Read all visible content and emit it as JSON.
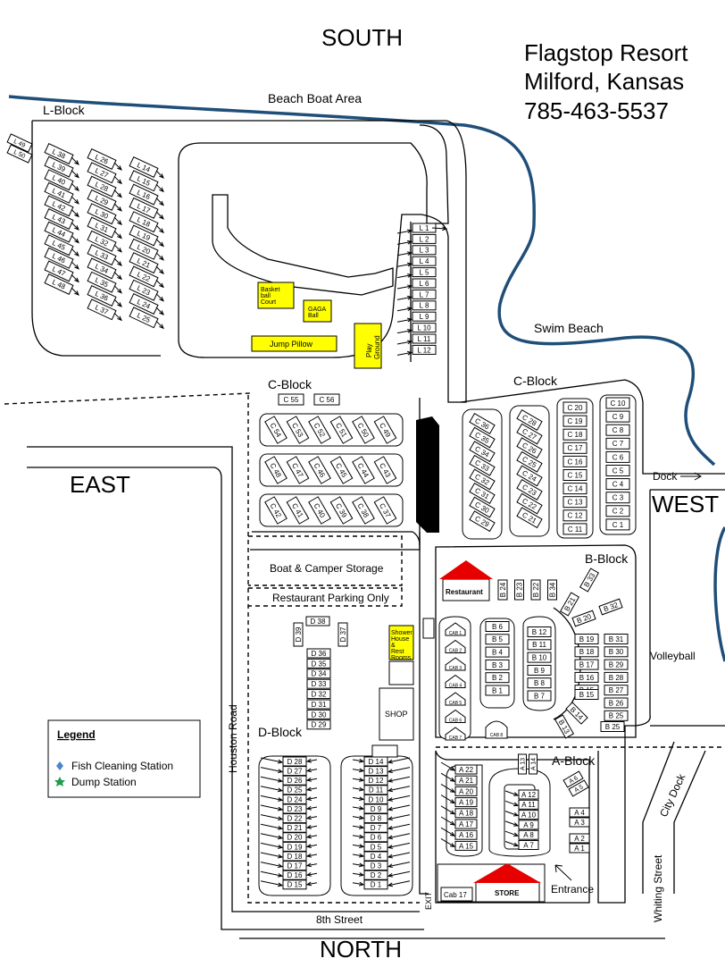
{
  "title": {
    "line1": "Flagstop Resort",
    "line2": "Milford, Kansas",
    "phone": "785-463-5537"
  },
  "directions": {
    "south": "SOUTH",
    "north": "NORTH",
    "east": "EAST",
    "west": "WEST"
  },
  "areas": {
    "beach_boat": "Beach Boat Area",
    "swim_beach": "Swim Beach",
    "l_block": "L-Block",
    "c_block_left": "C-Block",
    "c_block_right": "C-Block",
    "b_block": "B-Block",
    "d_block": "D-Block",
    "a_block": "A-Block",
    "storage": "Boat & Camper Storage",
    "parking": "Restaurant Parking Only",
    "volleyball": "Volleyball",
    "dock": "Dock",
    "entrance": "Entrance",
    "exit": "EXIT",
    "shop": "SHOP",
    "restaurant": "Restaurant",
    "store": "STORE",
    "cab17": "Cab 17",
    "cab8": "CAB 8"
  },
  "roads": {
    "houston": "Houston Road",
    "eighth": "8th Street",
    "whiting": "Whiting Street",
    "city_dock": "City Dock"
  },
  "amenities": {
    "basketball": "Basket ball Court",
    "gaga": "GAGA Ball",
    "jump": "Jump Pillow",
    "playground": "Play Ground",
    "shower": "Shower House & Rest Rooms"
  },
  "legend": {
    "title": "Legend",
    "fish": "Fish Cleaning Station",
    "dump": "Dump Station",
    "fish_color": "#4a86c8",
    "dump_color": "#1e9e4a"
  },
  "colors": {
    "river": "#1f4e79",
    "amenity": "#ffff00",
    "building": "#e60000",
    "block": "#000000"
  },
  "sites": {
    "l_outer_col1": [
      "L 49",
      "L 50"
    ],
    "l_col1": [
      "L 38",
      "L 39",
      "L 40",
      "L 41",
      "L 42",
      "L 43",
      "L 44",
      "L 45",
      "L 46",
      "L 47",
      "L 48"
    ],
    "l_col2": [
      "L 26",
      "L 27",
      "L 28",
      "L 29",
      "L 30",
      "L 31",
      "L 32",
      "L 33",
      "L 34",
      "L 35",
      "L 36",
      "L 37"
    ],
    "l_col3": [
      "L 14",
      "L 15",
      "L 16",
      "L 17",
      "L 18",
      "L 19",
      "L 20",
      "L 21",
      "L 22",
      "L 23",
      "L 24",
      "L 25"
    ],
    "l_right": [
      "L 1",
      "L 2",
      "L 3",
      "L 4",
      "L 5",
      "L 6",
      "L 7",
      "L 8",
      "L 9",
      "L 10",
      "L 11",
      "L 12"
    ],
    "c_top": [
      "C 55",
      "C 56"
    ],
    "c_row1": [
      "C 54",
      "C 53",
      "C 52",
      "C 51",
      "C 50",
      "C 49"
    ],
    "c_row2": [
      "C 48",
      "C 47",
      "C 46",
      "C 45",
      "C 44",
      "C 43"
    ],
    "c_row3": [
      "C 42",
      "C 41",
      "C 40",
      "C 39",
      "C 38",
      "C 37"
    ],
    "c_r1": [
      "C 36",
      "C 35",
      "C 34",
      "C 33",
      "C 32",
      "C 31",
      "C 30",
      "C 29"
    ],
    "c_r2": [
      "C 28",
      "C 27",
      "C 26",
      "C 25",
      "C 24",
      "C 23",
      "C 22",
      "C 21"
    ],
    "c_r3": [
      "C 20",
      "C 19",
      "C 18",
      "C 17",
      "C 16",
      "C 15",
      "C 14",
      "C 13",
      "C 12",
      "C 11"
    ],
    "c_r4": [
      "C 10",
      "C 9",
      "C 8",
      "C 7",
      "C 6",
      "C 5",
      "C 4",
      "C 3",
      "C 2",
      "C 1"
    ],
    "b_top": [
      "B 24",
      "B 23",
      "B 22",
      "B 34"
    ],
    "b_left": [
      "B 6",
      "B 5",
      "B 4",
      "B 3",
      "B 2",
      "B 1"
    ],
    "b_mid": [
      "B 12",
      "B 11",
      "B 10",
      "B 9",
      "B 8",
      "B 7"
    ],
    "b_arc": [
      "B 33",
      "B 21",
      "B 32",
      "B 20"
    ],
    "b_right1": [
      "B 19",
      "B 18",
      "B 17",
      "B 16",
      "B 15"
    ],
    "b_right2": [
      "B 31",
      "B 30",
      "B 29",
      "B 28",
      "B 27",
      "B 26",
      "B 25"
    ],
    "b_bottom": [
      "B 14",
      "B 13"
    ],
    "cabs": [
      "CAB 1",
      "CAB 2",
      "CAB 3",
      "CAB 4",
      "CAB 5",
      "CAB 6",
      "CAB 7"
    ],
    "d_top": [
      "D 38",
      "D 39",
      "D 37"
    ],
    "d_mid": [
      "D 36",
      "D 35",
      "D 34",
      "D 33",
      "D 32",
      "D 31",
      "D 30",
      "D 29"
    ],
    "d_left": [
      "D 28",
      "D 27",
      "D 26",
      "D 25",
      "D 24",
      "D 23",
      "D 22",
      "D 21",
      "D 20",
      "D 19",
      "D 18",
      "D 17",
      "D 16",
      "D 15"
    ],
    "d_right": [
      "D 14",
      "D 13",
      "D 12",
      "D 11",
      "D 10",
      "D 9",
      "D 8",
      "D 7",
      "D 6",
      "D 5",
      "D 4",
      "D 3",
      "D 2",
      "D 1"
    ],
    "a_left": [
      "A 22",
      "A 21",
      "A 20",
      "A 19",
      "A 18",
      "A 17",
      "A 16",
      "A 15"
    ],
    "a_top": [
      "A 13",
      "A 14"
    ],
    "a_loop": [
      "A 12",
      "A 11",
      "A 10",
      "A 9",
      "A 8",
      "A 7"
    ],
    "a_right": [
      "A 6",
      "A 5",
      "A 4",
      "A 3",
      "A 2",
      "A 1"
    ]
  }
}
